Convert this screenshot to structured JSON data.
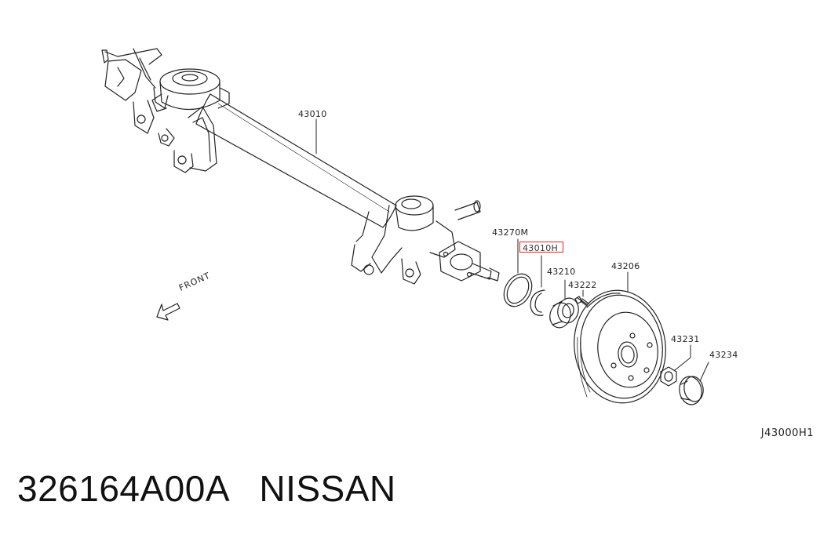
{
  "diagram": {
    "callouts": {
      "axle": "43010",
      "seal": "43270M",
      "highlighted": "43010H",
      "bearing": "43210",
      "hub_bolt": "43222",
      "drum": "43206",
      "nut": "43231",
      "cap": "43234"
    },
    "direction_label": "FRONT",
    "drawing_code": "J43000H1",
    "highlight_color": "#e0201f"
  },
  "footer": {
    "part_number": "326164A00A",
    "brand": "NISSAN"
  }
}
